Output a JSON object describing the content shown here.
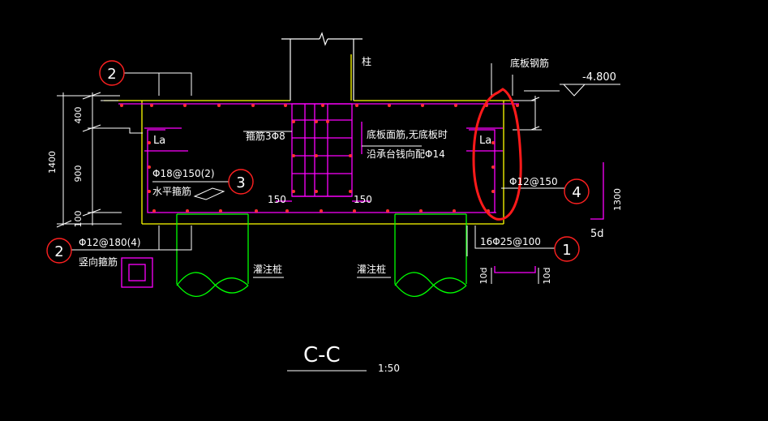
{
  "labels": {
    "column": "柱",
    "bottom_slab_rebar": "底板钢筋",
    "elevation": "-4.800",
    "stirrup": "箍筋3Φ8",
    "bottom_note_line1": "底板面筋,无底板时",
    "bottom_note_line2": "沿承台钱向配Φ14",
    "la_left": "La",
    "la_right": "La",
    "horizontal_rebar_spec": "Φ18@150(2)",
    "horizontal_rebar": "水平箍筋",
    "rebar_right": "Φ12@150",
    "dim_150_left": "150",
    "dim_150_right": "150",
    "vertical_rebar_spec": "Φ12@180(4)",
    "vertical_rebar": "竖向箍筋",
    "bottom_main_rebar": "16Φ25@100",
    "pile_left": "灌注桩",
    "pile_right": "灌注桩",
    "dim_400": "400",
    "dim_900": "900",
    "dim_100": "100",
    "dim_1400": "1400",
    "dim_1300": "1300",
    "dim_5d": "5d",
    "dim_10d_left": "10d",
    "dim_10d_right": "10d",
    "section_title": "C-C",
    "scale": "1:50"
  },
  "callouts": {
    "c2_top": "2",
    "c3": "3",
    "c4": "4",
    "c2_bottom": "2",
    "c1": "1"
  },
  "colors": {
    "background": "#000000",
    "outline": "#ffff00",
    "rebar": "#ff00ff",
    "pile": "#00ff00",
    "dots": "#ff3333",
    "callout": "#ff2020",
    "markup": "#ff1a1a",
    "text": "#ffffff"
  }
}
